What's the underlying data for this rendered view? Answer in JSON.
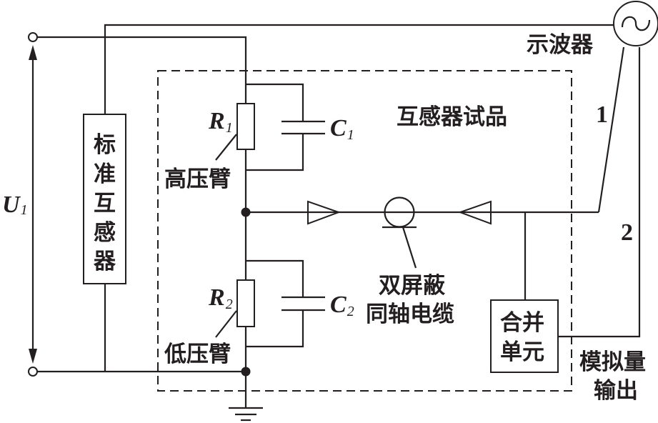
{
  "diagram": {
    "title": "Transformer test circuit with standard transformer, oscilloscope and merging unit",
    "colors": {
      "line": "#231f20",
      "background": "#ffffff"
    },
    "labels": {
      "voltage_symbol": "U",
      "voltage_subscript": "1",
      "standard_transformer": [
        "标",
        "准",
        "互",
        "感",
        "器"
      ],
      "oscilloscope": "示波器",
      "test_transformer": "互感器试品",
      "high_voltage_arm": "高压臂",
      "low_voltage_arm": "低压臂",
      "r1_symbol": "R",
      "r1_subscript": "1",
      "r2_symbol": "R",
      "r2_subscript": "2",
      "c1_symbol": "C",
      "c1_subscript": "1",
      "c2_symbol": "C",
      "c2_subscript": "2",
      "coax_line1": "双屏蔽",
      "coax_line2": "同轴电缆",
      "merging_unit_line1": "合并",
      "merging_unit_line2": "单元",
      "analog_output_line1": "模拟量",
      "analog_output_line2": "输出",
      "channel_1": "1",
      "channel_2": "2"
    },
    "icons": {
      "oscilloscope": "ac-source-circle-icon",
      "ground": "ground-icon",
      "amplifier": "triangle-buffer-icon",
      "coax": "coax-cable-icon",
      "terminal": "open-terminal-icon",
      "junction": "junction-dot-icon"
    }
  }
}
